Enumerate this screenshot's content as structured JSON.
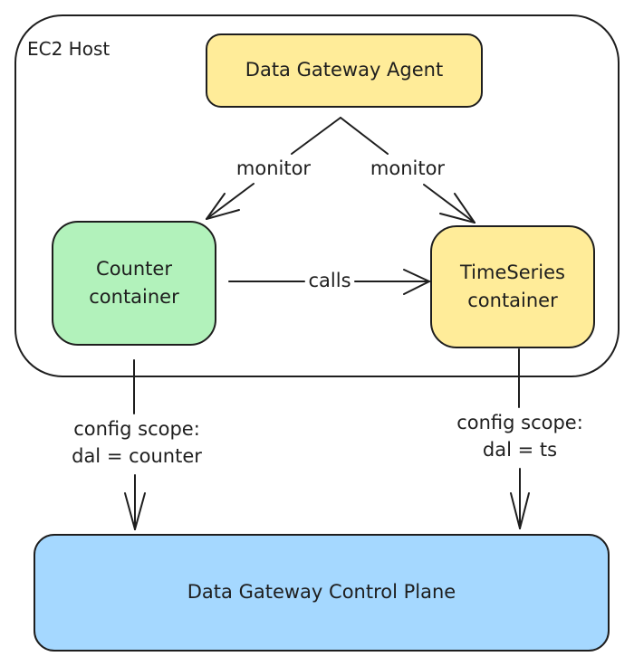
{
  "diagram": {
    "host_label": "EC2 Host",
    "nodes": {
      "agent": {
        "label": "Data Gateway Agent",
        "fill": "#ffec99"
      },
      "counter": {
        "label": "Counter\ncontainer",
        "fill": "#b2f2bb"
      },
      "timeseries": {
        "label": "TimeSeries\ncontainer",
        "fill": "#ffec99"
      },
      "control_plane": {
        "label": "Data Gateway Control Plane",
        "fill": "#a5d8ff"
      }
    },
    "edges": {
      "monitor_left": {
        "label": "monitor"
      },
      "monitor_right": {
        "label": "monitor"
      },
      "calls": {
        "label": "calls"
      },
      "config_counter": {
        "label": "config scope:\ndal = counter"
      },
      "config_ts": {
        "label": "config scope:\ndal = ts"
      }
    },
    "stroke_color": "#1e1e1e"
  }
}
